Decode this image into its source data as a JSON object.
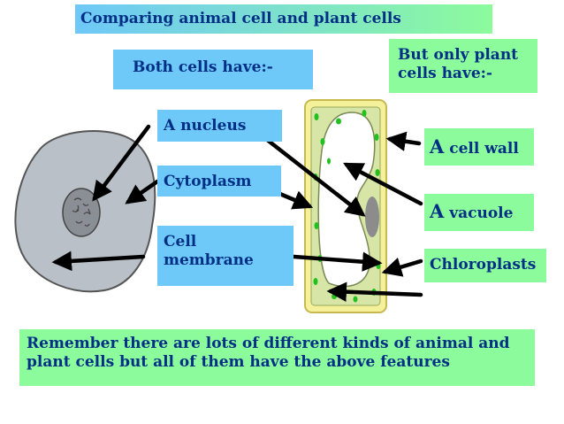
{
  "title": "Comparing animal cell and plant cells",
  "both_heading": "Both cells have:-",
  "only_heading": "But only plant cells have:-",
  "shared": {
    "nucleus": "A nucleus",
    "cytoplasm": "Cytoplasm",
    "membrane": "Cell membrane"
  },
  "plant_only": {
    "wall_lead": "A",
    "wall_rest": " cell wall",
    "vacuole_lead": "A",
    "vacuole_rest": " vacuole",
    "chloroplasts": "Chloroplasts"
  },
  "footer": "Remember there are lots of different kinds of animal and plant cells but all of them have the above features",
  "colors": {
    "text": "#002f86",
    "label_blue": "#6ec8f8",
    "label_green": "#8cfb9c",
    "animal_cell": "#b9c0c8",
    "nucleus": "#8a8f96",
    "plant_wall": "#f5f19a",
    "plant_cytoplasm": "#d7e6a6",
    "chloroplast": "#22c11f",
    "vacuole_plant_nucleus": "#8c8c8c"
  }
}
